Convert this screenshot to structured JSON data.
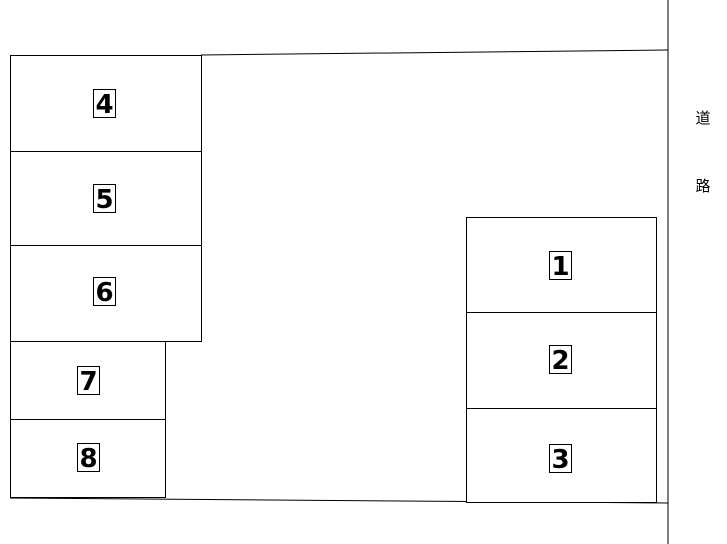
{
  "road": {
    "chars": [
      "道",
      "路"
    ]
  },
  "lots": [
    {
      "id": "lot-4",
      "number": "4"
    },
    {
      "id": "lot-5",
      "number": "5"
    },
    {
      "id": "lot-6",
      "number": "6"
    },
    {
      "id": "lot-7",
      "number": "7"
    },
    {
      "id": "lot-8",
      "number": "8"
    },
    {
      "id": "lot-1",
      "number": "1"
    },
    {
      "id": "lot-2",
      "number": "2"
    },
    {
      "id": "lot-3",
      "number": "3"
    }
  ]
}
